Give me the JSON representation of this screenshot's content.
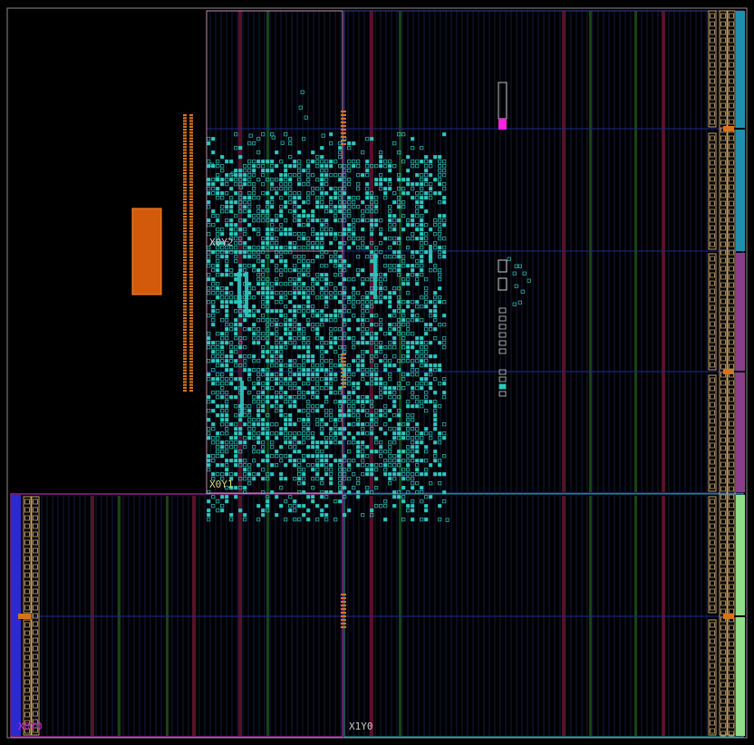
{
  "view": {
    "kind": "fpga-device-floorplan",
    "background": "#000000",
    "frame_color": "#9a9a9a",
    "colors": {
      "cell": "#2fc7c0",
      "io_orange": "#d8731a",
      "block_orange": "#d35a0a",
      "magenta": "#ff22dd",
      "dsp": "#6a1530",
      "bram": "#1a4a1a",
      "column_grid": "#121a40",
      "clock_row": "#1c2a8a",
      "pblock_pink": "#c98ab0",
      "gt_tan": "#c9a46a",
      "bank_blue": "#1f8fb0",
      "bank_purple": "#8a3e8a",
      "bank_green": "#8fde8a",
      "bank_indigo": "#2a2ad0"
    }
  },
  "regions": [
    {
      "name": "X0Y2",
      "label": "X0Y2",
      "color": "#c9c9c9"
    },
    {
      "name": "X0Y1",
      "label": "X0Y1",
      "color": "#d7d27a"
    },
    {
      "name": "X0Y0",
      "label": "X0Y0",
      "color": "#e022e0"
    },
    {
      "name": "X1Y0",
      "label": "X1Y0",
      "color": "#c9c9c9"
    }
  ],
  "bank_strips": [
    {
      "name": "right-upper",
      "color": "#1f8fb0"
    },
    {
      "name": "right-middle",
      "color": "#8a3e8a"
    },
    {
      "name": "right-lower",
      "color": "#8fde8a"
    },
    {
      "name": "left-lower",
      "color": "#2a2ad0"
    }
  ]
}
